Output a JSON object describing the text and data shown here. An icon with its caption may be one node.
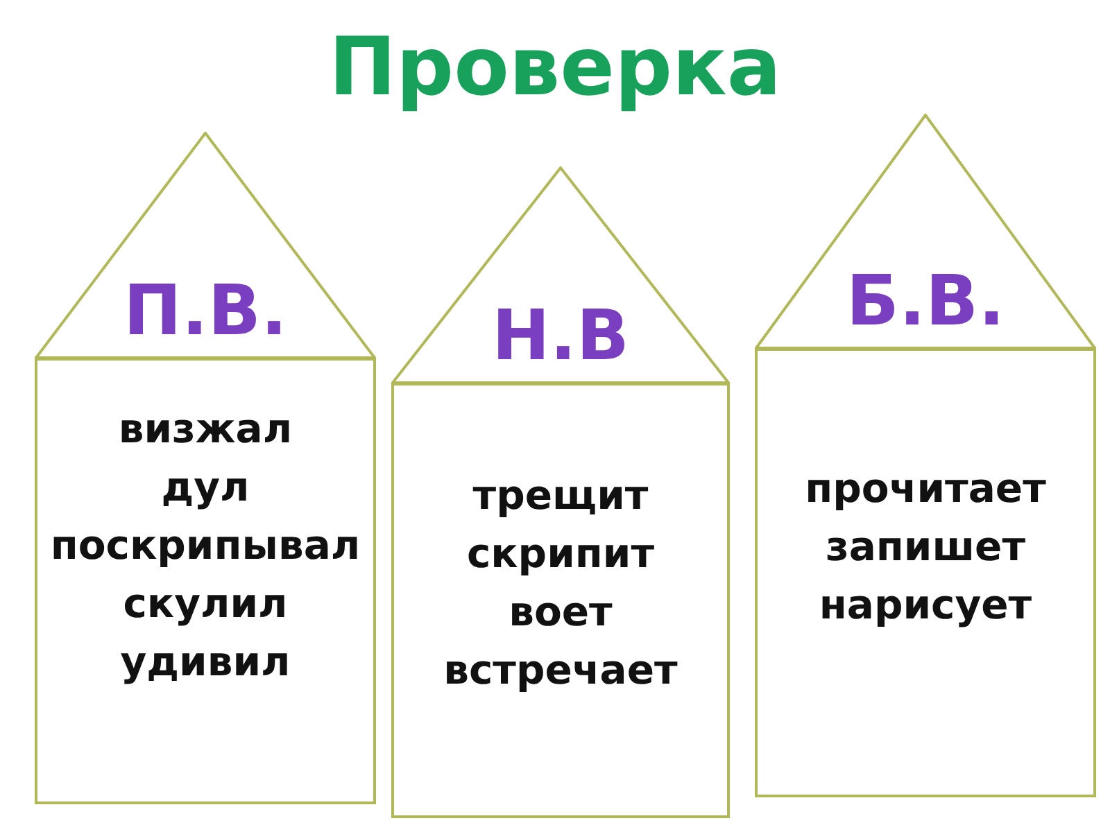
{
  "diagram": {
    "title": "Проверка",
    "nodes": [
      {
        "text": [
          "П.В."
        ]
      },
      {
        "text": [
          "визжал",
          "дул",
          "поскрипывал",
          "скулил",
          "удивил"
        ]
      },
      {
        "text": [
          "Н.В"
        ]
      },
      {
        "text": [
          "трещит",
          "скрипит",
          "воет",
          "встречает"
        ]
      },
      {
        "text": [
          "Б.В."
        ]
      },
      {
        "text": [
          "прочитает",
          "запишет",
          "нарисует"
        ]
      }
    ]
  }
}
